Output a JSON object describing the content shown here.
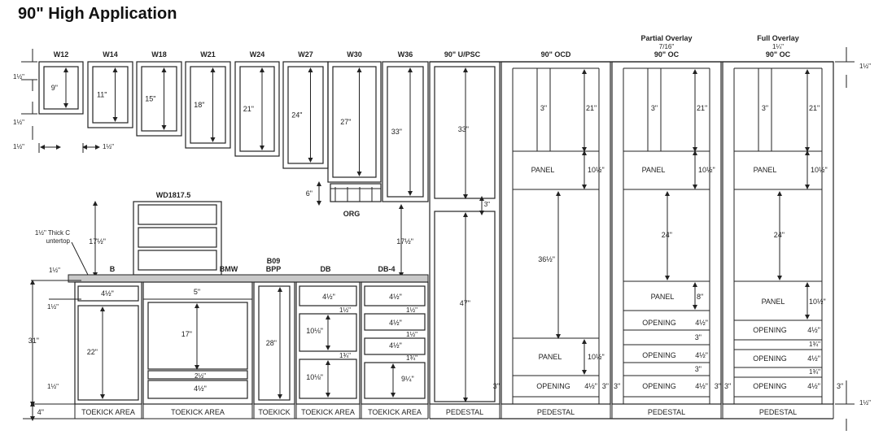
{
  "title": "90\" High Application",
  "colors": {
    "line": "#222222",
    "countertop": "#c8c8c8",
    "background": "#ffffff"
  },
  "wall_cabinets": [
    {
      "label": "W12",
      "height": "9\""
    },
    {
      "label": "W14",
      "height": "11\""
    },
    {
      "label": "W18",
      "height": "15\""
    },
    {
      "label": "W21",
      "height": "18\""
    },
    {
      "label": "W24",
      "height": "21\""
    },
    {
      "label": "W27",
      "height": "24\""
    },
    {
      "label": "W30",
      "height": "27\""
    },
    {
      "label": "W36",
      "height": "33\""
    }
  ],
  "left_dims": {
    "top_gap": "1½\"",
    "mid_gap": "1½\"",
    "horizontal_left": "1½\"",
    "horizontal_right": "1½\"",
    "countertop_thickness": "1½\"",
    "total_height": "31\"",
    "drawer_gap": "1½\"",
    "bottom_gap": "1½\"",
    "toekick": "4\""
  },
  "right_dims": {
    "top": "1½\"",
    "bottom": "1½\""
  },
  "org": {
    "label": "ORG",
    "offset": "6\""
  },
  "wd": {
    "label": "WD1817.5",
    "height": "17½\""
  },
  "countertop": {
    "note": "1½\" Thick Countertop",
    "gap_height": "17½\""
  },
  "base_cabinets": [
    {
      "label": "B",
      "drawer": "4½\"",
      "door": "22\"",
      "footer": "TOEKICK AREA"
    },
    {
      "label": "BMW",
      "d1": "5\"",
      "d2": "17\"",
      "d3": "2½\"",
      "d4": "4½\"",
      "footer": "TOEKICK AREA"
    },
    {
      "label": "B09\nBPP",
      "height": "28\"",
      "footer": "TOEKICK"
    },
    {
      "label": "DB",
      "d1": "4½\"",
      "g1": "1½\"",
      "d2": "10⅛\"",
      "g2": "1¾\"",
      "d3": "10⅛\"",
      "footer": "TOEKICK AREA"
    },
    {
      "label": "DB-4",
      "d1": "4½\"",
      "g1": "1½\"",
      "d2": "4½\"",
      "g2": "1½\"",
      "d3": "4½\"",
      "g3": "1¾\"",
      "d4": "9¼\"",
      "footer": "TOEKICK AREA"
    }
  ],
  "tall_cabinets": [
    {
      "label": "90\" U/PSC",
      "top": "33\"",
      "mid": "3\"",
      "bottom": "47\"",
      "footer": "PEDESTAL"
    },
    {
      "label": "90\" OCD",
      "stile": "3\"",
      "top": "21\"",
      "panel": "PANEL",
      "panel_h": "10½\"",
      "mid": "36½\"",
      "panel2": "PANEL",
      "panel2_h": "10½\"",
      "opening": "OPENING",
      "opening_h": "4½\"",
      "side": "3\"",
      "footer": "PEDESTAL"
    },
    {
      "label": "90\" OC",
      "header": "Partial Overlay",
      "header_sub": "7/16\"",
      "stile": "3\"",
      "top": "21\"",
      "panel": "PANEL",
      "panel_h": "10½\"",
      "mid": "24\"",
      "panel2": "PANEL",
      "panel2_h": "8\"",
      "opening1": "OPENING",
      "opening1_h": "4½\"",
      "gap1": "3\"",
      "opening2": "OPENING",
      "opening2_h": "4½\"",
      "gap2": "3\"",
      "opening3": "OPENING",
      "opening3_h": "4½\"",
      "side": "3\"",
      "footer": "PEDESTAL"
    },
    {
      "label": "90\" OC",
      "header": "Full Overlay",
      "header_sub": "1¼\"",
      "stile": "3\"",
      "top": "21\"",
      "panel": "PANEL",
      "panel_h": "10½\"",
      "mid": "24\"",
      "panel2": "PANEL",
      "panel2_h": "10½\"",
      "opening1": "OPENING",
      "opening1_h": "4½\"",
      "gap1": "1¾\"",
      "opening2": "OPENING",
      "opening2_h": "4½\"",
      "gap2": "1¾\"",
      "opening3": "OPENING",
      "opening3_h": "4½\"",
      "side": "3\"",
      "footer": "PEDESTAL"
    }
  ]
}
